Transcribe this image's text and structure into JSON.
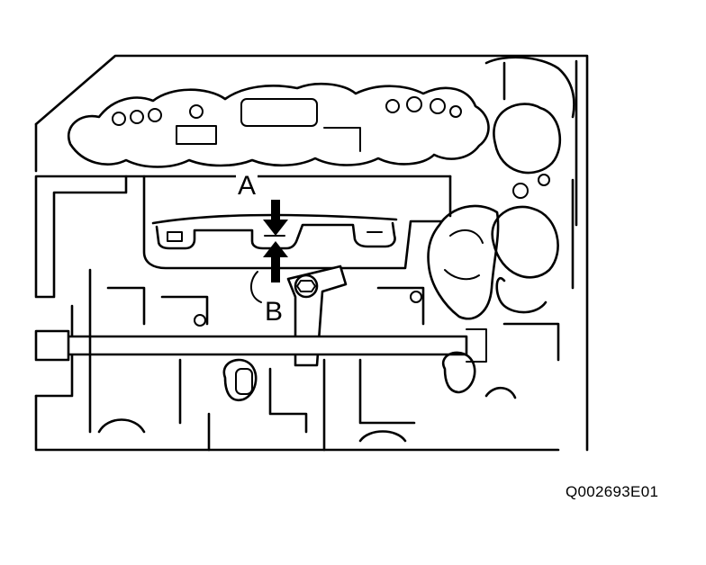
{
  "figure": {
    "callout_a": "A",
    "callout_b": "B",
    "code": "Q002693E01"
  },
  "colors": {
    "ink": "#000000",
    "paper": "#ffffff"
  }
}
